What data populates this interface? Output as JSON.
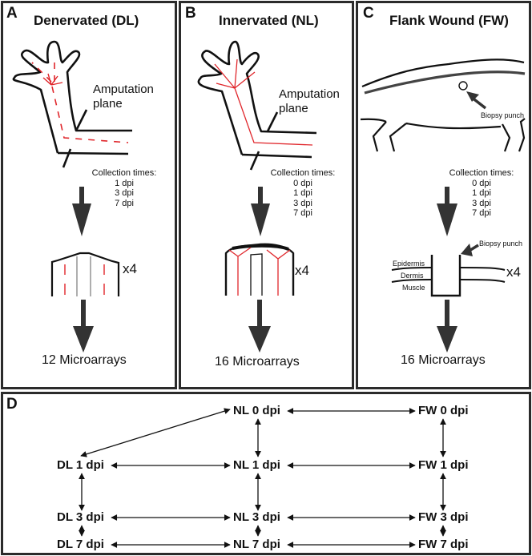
{
  "panels": [
    {
      "letter": "A",
      "title": "Denervated (DL)",
      "annotation": [
        "Amputation",
        "plane"
      ],
      "collection_label": "Collection times:",
      "collection_times": [
        "1 dpi",
        "3 dpi",
        "7 dpi"
      ],
      "multiplier": "x4",
      "result": "12 Microarrays"
    },
    {
      "letter": "B",
      "title": "Innervated (NL)",
      "annotation": [
        "Amputation",
        "plane"
      ],
      "collection_label": "Collection times:",
      "collection_times": [
        "0 dpi",
        "1 dpi",
        "3 dpi",
        "7 dpi"
      ],
      "multiplier": "x4",
      "result": "16 Microarrays"
    },
    {
      "letter": "C",
      "title": "Flank Wound (FW)",
      "annotation": [
        "Biopsy punch"
      ],
      "collection_label": "Collection times:",
      "collection_times": [
        "0 dpi",
        "1 dpi",
        "3 dpi",
        "7 dpi"
      ],
      "biopsy_label": "Biopsy punch",
      "tissue_layers": [
        "Epidermis",
        "Dermis",
        "Muscle"
      ],
      "multiplier": "x4",
      "result": "16 Microarrays"
    }
  ],
  "comparison": {
    "letter": "D",
    "nodes": {
      "nl0": "NL 0 dpi",
      "fw0": "FW 0 dpi",
      "dl1": "DL 1 dpi",
      "nl1": "NL 1 dpi",
      "fw1": "FW 1 dpi",
      "dl3": "DL 3 dpi",
      "nl3": "NL 3 dpi",
      "fw3": "FW 3 dpi",
      "dl7": "DL 7 dpi",
      "nl7": "NL 7 dpi",
      "fw7": "FW 7 dpi"
    },
    "edges": [
      [
        "nl0",
        "fw0"
      ],
      [
        "nl0",
        "dl1"
      ],
      [
        "nl0",
        "nl1"
      ],
      [
        "fw0",
        "fw1"
      ],
      [
        "dl1",
        "nl1"
      ],
      [
        "nl1",
        "fw1"
      ],
      [
        "dl1",
        "dl3"
      ],
      [
        "nl1",
        "nl3"
      ],
      [
        "fw1",
        "fw3"
      ],
      [
        "dl3",
        "nl3"
      ],
      [
        "nl3",
        "fw3"
      ],
      [
        "dl3",
        "dl7"
      ],
      [
        "nl3",
        "nl7"
      ],
      [
        "fw3",
        "fw7"
      ],
      [
        "dl7",
        "nl7"
      ],
      [
        "nl7",
        "fw7"
      ]
    ]
  },
  "colors": {
    "nerve": "#e0262b",
    "line": "#111111",
    "arrow": "#333333",
    "border": "#2b2b2b"
  }
}
